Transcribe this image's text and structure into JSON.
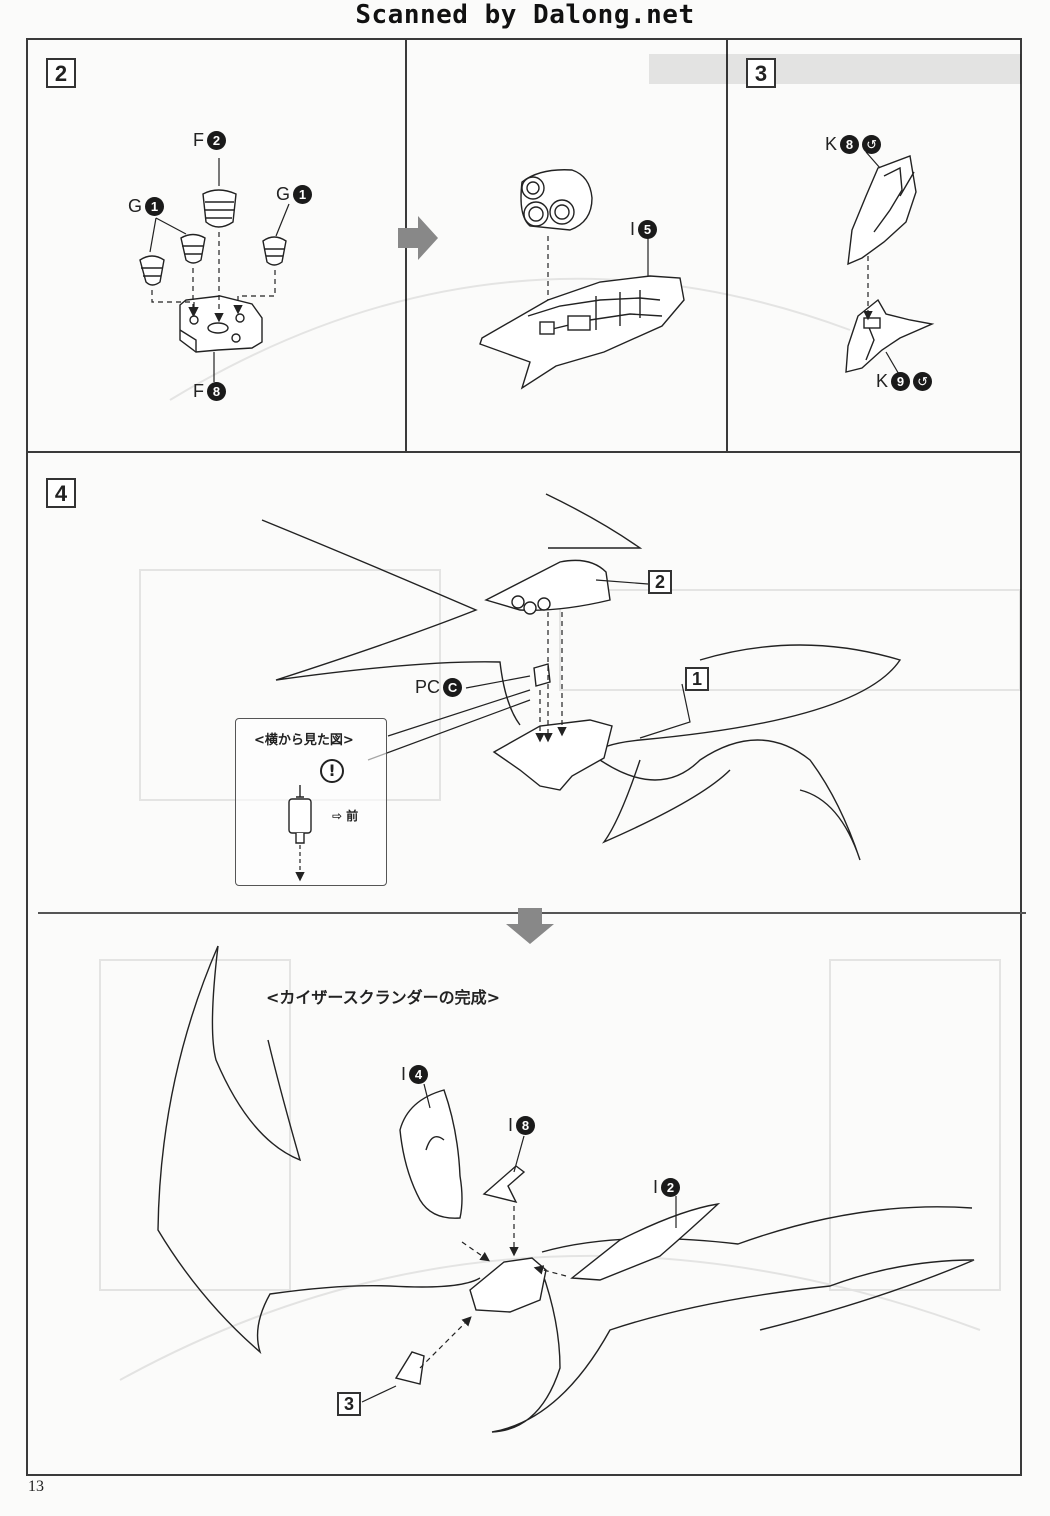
{
  "watermark": "Scanned by Dalong.net",
  "page_number": "13",
  "steps": {
    "step2": {
      "number": "2",
      "label_f2": "F",
      "badge_f2": "2",
      "label_g1_left": "G",
      "badge_g1_left": "1",
      "label_g1_right": "G",
      "badge_g1_right": "1",
      "label_f8": "F",
      "badge_f8": "8",
      "label_i5": "I",
      "badge_i5": "5"
    },
    "step3": {
      "number": "3",
      "label_k8": "K",
      "badge_k8": "8",
      "label_k9": "K",
      "badge_k9": "9"
    },
    "step4": {
      "number": "4",
      "ref_step2": "2",
      "ref_step1": "1",
      "label_pc": "PC",
      "badge_pc": "C",
      "side_view_title": "<横から見た図>",
      "side_view_front": "前",
      "attention_mark": "!"
    },
    "completion": {
      "title": "<カイザースクランダーの完成>",
      "label_i4": "I",
      "badge_i4": "4",
      "label_i8": "I",
      "badge_i8": "8",
      "label_i2": "I",
      "badge_i2": "2",
      "ref_step3": "3"
    }
  },
  "icons": {
    "part_badge": "filled-circle-number",
    "material_mark": "swirl-icon",
    "flow_arrow": "gray-block-arrow",
    "attention": "exclamation-circle-icon",
    "front_direction": "outline-arrow-right-icon"
  }
}
